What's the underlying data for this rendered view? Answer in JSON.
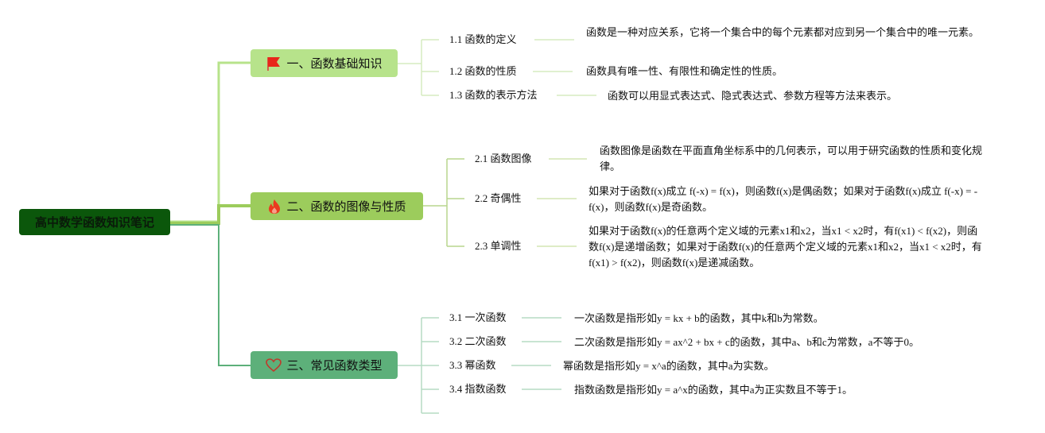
{
  "root": {
    "title": "高中数学函数知识笔记"
  },
  "branches": [
    {
      "title": "一、函数基础知识",
      "icon": "flag-icon",
      "color": "#b7e38b",
      "items": [
        {
          "label": "1.1 函数的定义",
          "desc": "函数是一种对应关系，它将一个集合中的每个元素都对应到另一个集合中的唯一元素。"
        },
        {
          "label": "1.2 函数的性质",
          "desc": "函数具有唯一性、有限性和确定性的性质。"
        },
        {
          "label": "1.3 函数的表示方法",
          "desc": "函数可以用显式表达式、隐式表达式、参数方程等方法来表示。"
        }
      ]
    },
    {
      "title": "二、函数的图像与性质",
      "icon": "fire-icon",
      "color": "#9ccc5c",
      "items": [
        {
          "label": "2.1 函数图像",
          "desc": "函数图像是函数在平面直角坐标系中的几何表示，可以用于研究函数的性质和变化规律。"
        },
        {
          "label": "2.2 奇偶性",
          "desc": "如果对于函数f(x)成立 f(-x) = f(x)，则函数f(x)是偶函数；如果对于函数f(x)成立 f(-x) = -f(x)，则函数f(x)是奇函数。"
        },
        {
          "label": "2.3 单调性",
          "desc": "如果对于函数f(x)的任意两个定义域的元素x1和x2，当x1 < x2时，有f(x1) < f(x2)，则函数f(x)是递增函数；如果对于函数f(x)的任意两个定义域的元素x1和x2，当x1 < x2时，有f(x1) > f(x2)，则函数f(x)是递减函数。"
        }
      ]
    },
    {
      "title": "三、常见函数类型",
      "icon": "heart-icon",
      "color": "#5db07a",
      "items": [
        {
          "label": "3.1 一次函数",
          "desc": "一次函数是指形如y = kx + b的函数，其中k和b为常数。"
        },
        {
          "label": "3.2 二次函数",
          "desc": "二次函数是指形如y = ax^2 + bx + c的函数，其中a、b和c为常数，a不等于0。"
        },
        {
          "label": "3.3 幂函数",
          "desc": "幂函数是指形如y = x^a的函数，其中a为实数。"
        },
        {
          "label": "3.4 指数函数",
          "desc": "指数函数是指形如y = a^x的函数，其中a为正实数且不等于1。"
        }
      ]
    }
  ]
}
